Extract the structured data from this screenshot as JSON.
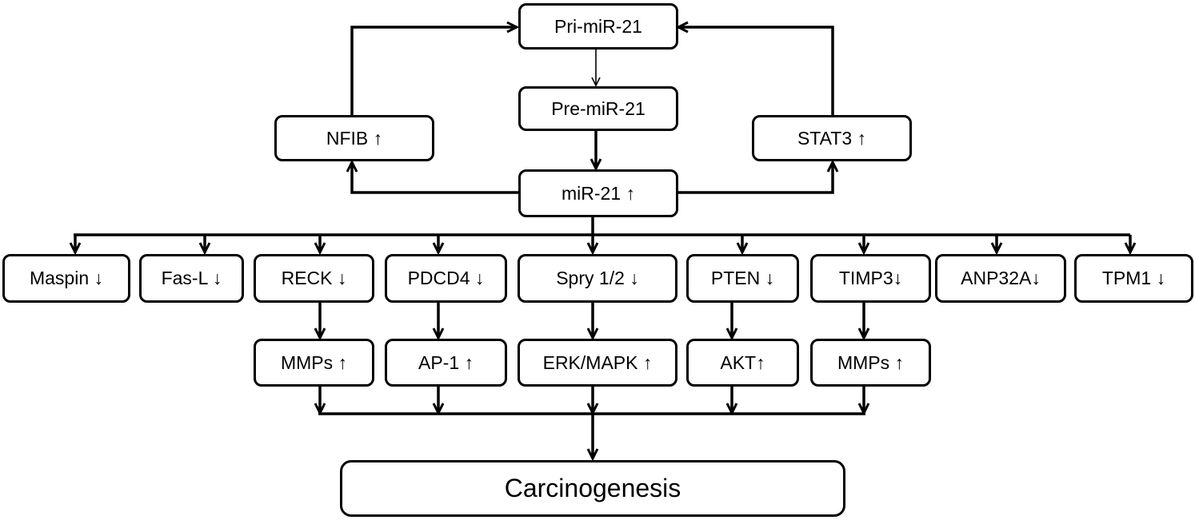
{
  "diagram": {
    "nodes": {
      "pri_mir21": "Pri-miR-21",
      "pre_mir21": "Pre-miR-21",
      "nfib": "NFIB ↑",
      "stat3": "STAT3 ↑",
      "mir21": "miR-21 ↑",
      "maspin": "Maspin ↓",
      "fasl": "Fas-L ↓",
      "reck": "RECK ↓",
      "pdcd4": "PDCD4 ↓",
      "spry": "Spry 1/2 ↓",
      "pten": "PTEN ↓",
      "timp3": "TIMP3↓",
      "anp32a": "ANP32A↓",
      "tpm1": "TPM1 ↓",
      "mmps_1": "MMPs ↑",
      "ap1": "AP-1 ↑",
      "erk_mapk": "ERK/MAPK ↑",
      "akt": "AKT↑",
      "mmps_2": "MMPs ↑",
      "carcinogenesis": "Carcinogenesis"
    },
    "edges": [
      [
        "pri_mir21",
        "pre_mir21"
      ],
      [
        "pre_mir21",
        "mir21"
      ],
      [
        "mir21",
        "nfib"
      ],
      [
        "mir21",
        "stat3"
      ],
      [
        "nfib",
        "pri_mir21"
      ],
      [
        "stat3",
        "pri_mir21"
      ],
      [
        "mir21",
        "maspin"
      ],
      [
        "mir21",
        "fasl"
      ],
      [
        "mir21",
        "reck"
      ],
      [
        "mir21",
        "pdcd4"
      ],
      [
        "mir21",
        "spry"
      ],
      [
        "mir21",
        "pten"
      ],
      [
        "mir21",
        "timp3"
      ],
      [
        "mir21",
        "anp32a"
      ],
      [
        "mir21",
        "tpm1"
      ],
      [
        "reck",
        "mmps_1"
      ],
      [
        "pdcd4",
        "ap1"
      ],
      [
        "spry",
        "erk_mapk"
      ],
      [
        "pten",
        "akt"
      ],
      [
        "timp3",
        "mmps_2"
      ],
      [
        "mmps_1",
        "carcinogenesis"
      ],
      [
        "ap1",
        "carcinogenesis"
      ],
      [
        "erk_mapk",
        "carcinogenesis"
      ],
      [
        "akt",
        "carcinogenesis"
      ],
      [
        "mmps_2",
        "carcinogenesis"
      ]
    ]
  }
}
